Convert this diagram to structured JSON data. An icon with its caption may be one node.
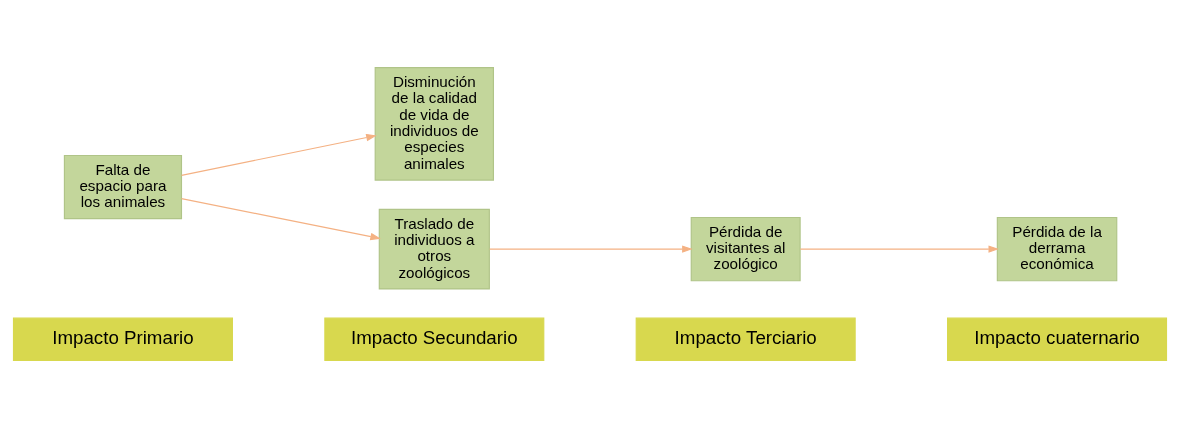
{
  "diagram": {
    "nodes": [
      {
        "text": [
          "Impacto Primario"
        ]
      },
      {
        "text": [
          "Impacto Secundario"
        ]
      },
      {
        "text": [
          "Impacto Terciario"
        ]
      },
      {
        "text": [
          "Impacto cuaternario"
        ]
      },
      {
        "text": [
          "Falta de espacio para los animales"
        ]
      },
      {
        "text": [
          "Disminución de la calidad de vida de individuos de especies animales"
        ]
      },
      {
        "text": [
          "Traslado de individuos a otros zoológicos"
        ]
      },
      {
        "text": [
          "Pérdida de visitantes al zoológico"
        ]
      },
      {
        "text": [
          "Pérdida de la derrama económica"
        ]
      }
    ],
    "edges": [
      {
        "from": 4,
        "to": 5,
        "arrow": "to"
      },
      {
        "from": 4,
        "to": 6,
        "arrow": "to"
      },
      {
        "from": 6,
        "to": 7,
        "arrow": "to"
      },
      {
        "from": 7,
        "to": 8,
        "arrow": "to"
      }
    ]
  }
}
